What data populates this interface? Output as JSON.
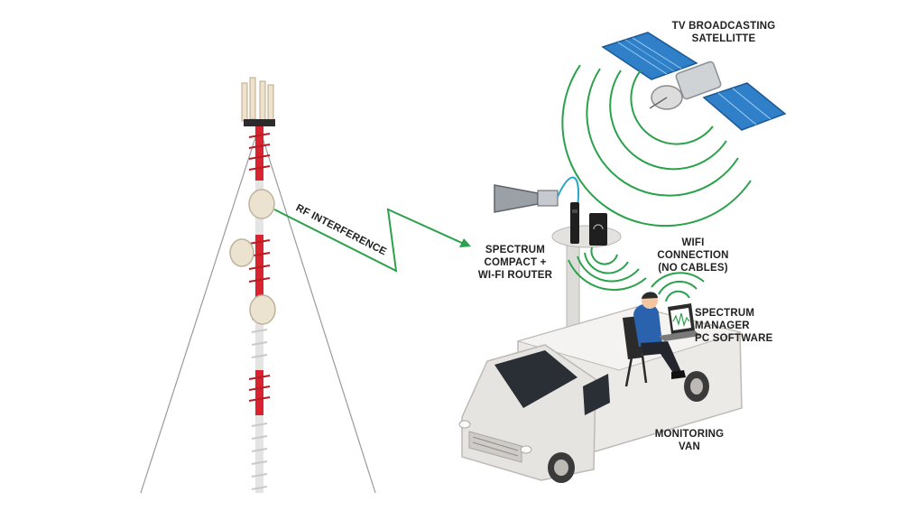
{
  "labels": {
    "satellite": [
      "TV BROADCASTING",
      "SATELLITTE"
    ],
    "rf_interference": "RF INTERFERENCE",
    "spectrum_compact": [
      "SPECTRUM",
      "COMPACT +",
      "WI-FI ROUTER"
    ],
    "wifi": [
      "WIFI",
      "CONNECTION",
      "(NO CABLES)"
    ],
    "spectrum_manager": [
      "SPECTRUM",
      "MANAGER",
      "PC SOFTWARE"
    ],
    "monitoring_van": [
      "MONITORING",
      "VAN"
    ]
  },
  "icons": [
    "cell-tower-icon",
    "satellite-icon",
    "horn-antenna-icon",
    "spectrum-analyzer-icon",
    "wifi-router-icon",
    "van-icon",
    "operator-icon",
    "laptop-icon"
  ],
  "colors": {
    "signal_green": "#2aa14a",
    "tower_red": "#d9232e",
    "tower_white": "#e4e4e4",
    "panel_blue": "#2f7fc9",
    "van_white": "#e9e8e6",
    "text": "#222222"
  }
}
